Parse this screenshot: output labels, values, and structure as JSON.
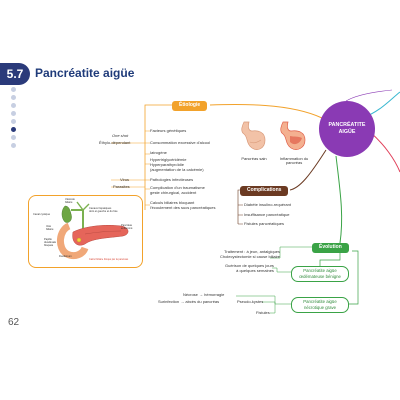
{
  "header": {
    "section_number": "5.7",
    "title": "Pancréatite aigüe",
    "page_number": "62"
  },
  "central_node": {
    "line1": "PANCRÉATITE",
    "line2": "AIGÜE"
  },
  "stomachs": {
    "healthy_label": "Pancréas\nsain",
    "inflamed_label": "Inflammation\ndu pancréas"
  },
  "etiologie": {
    "title": "Étiologie",
    "side_labels": {
      "one_shot": "One shot",
      "ethylo": "Éthylo-dépendant",
      "virus": "Virus",
      "parasites": "Parasites"
    },
    "items": [
      "Facteurs génétiques",
      "Consommation excessive d'alcool",
      "Iatrogène",
      "Hypertriglycéridémie\nHyperparathyroïdie\n(augmentation de la calcémie)",
      "Pathologies infectieuses",
      "Complication d'un traumatisme\ngeste chirurgical, accident",
      "Calculs biliaires bloquant\nl'écoulement des sucs pancréatiques"
    ]
  },
  "complications": {
    "title": "Complications",
    "items": [
      "Diabète insulino-requérant",
      "Insuffisance pancréatique",
      "Fistules pancréatiques"
    ]
  },
  "evolution": {
    "title": "Évolution",
    "treatment": "Traitement : à jeun, antalgiques\nCholecystectomie si cause biliaire",
    "healing": "Guérison de quelques jours\nà quelques semaines",
    "oedemateuse": "Pancréatite aigüe\nœdémateuse bénigne",
    "necrotique": "Pancréatite aigüe\nnécrotique grave",
    "necrose": "Nécrose → hémorragie",
    "surinfection": "Surinfection → abcès du pancréas",
    "pseudo_kystes": "Pseudo-kystes",
    "fistules": "Fistules"
  },
  "anatomy": {
    "vesicule": "Vésicule\nbiliaire",
    "canaux": "Canaux hépatiques\ndont et gauche et du foie",
    "canal_cystique": "Canal cystique",
    "voie_biliaire": "Voie\nbiliaire",
    "pancreas_enflamme": "Pancréas\nenflammé",
    "papille": "Papille\nduodénale\nbloquée",
    "duodenum": "Duodénum",
    "calcul": "Calcul biliaire bloqué par la pancréas"
  },
  "colors": {
    "central": "#8a3ab4",
    "etiologie": "#f2a22b",
    "complications": "#6b3a22",
    "evolution": "#3aa346",
    "section": "#2a3a7a"
  }
}
